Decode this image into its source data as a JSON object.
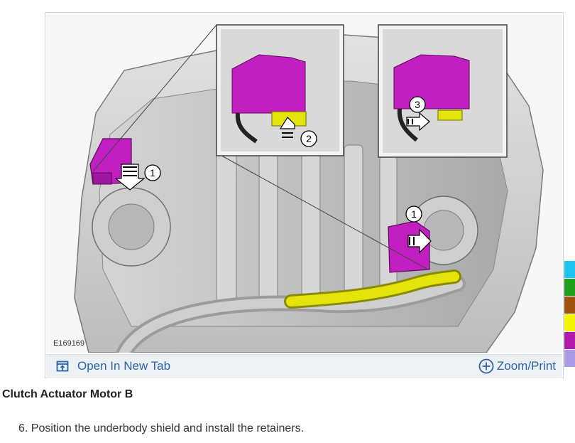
{
  "figure": {
    "id_label": "E169169",
    "callouts": {
      "left_main": "1",
      "right_main": "1",
      "inset_left": "2",
      "inset_right": "3"
    },
    "colors": {
      "connector_magenta": "#c21fc2",
      "harness_yellow": "#e4e40c",
      "housing_gray": "#c9c9c9"
    }
  },
  "toolbar": {
    "open_tab_label": "Open In New Tab",
    "open_tab_icon": "open-in-new-tab-icon",
    "zoom_label": "Zoom/Print",
    "zoom_icon": "plus-circle-icon"
  },
  "swatches": [
    "#1fc3f0",
    "#1fa11f",
    "#a0520f",
    "#f4f400",
    "#b21ab2",
    "#a99be6"
  ],
  "section": {
    "title": "Clutch Actuator Motor B"
  },
  "steps": [
    {
      "text": "6. Position the underbody shield and install the retainers."
    }
  ]
}
